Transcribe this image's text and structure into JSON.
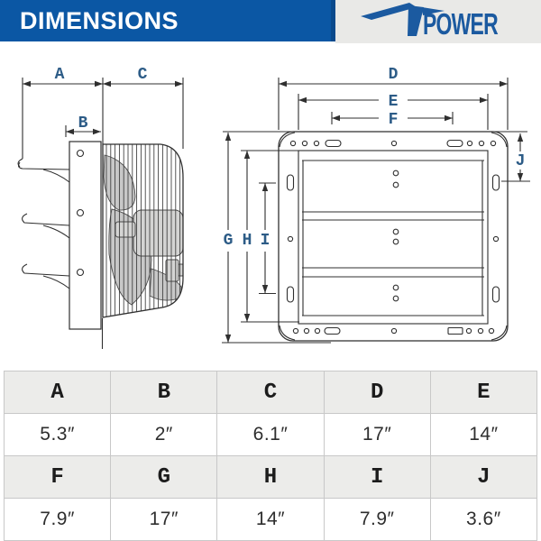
{
  "header": {
    "title": "DIMENSIONS",
    "brand_text": "POWER"
  },
  "diagram": {
    "labels": {
      "A": "A",
      "B": "B",
      "C": "C",
      "D": "D",
      "E": "E",
      "F": "F",
      "G": "G",
      "H": "H",
      "I": "I",
      "J": "J"
    }
  },
  "table": {
    "rows": [
      {
        "headers": [
          "A",
          "B",
          "C",
          "D",
          "E"
        ],
        "values": [
          "5.3″",
          "2″",
          "6.1″",
          "17″",
          "14″"
        ]
      },
      {
        "headers": [
          "F",
          "G",
          "H",
          "I",
          "J"
        ],
        "values": [
          "7.9″",
          "17″",
          "14″",
          "7.9″",
          "3.6″"
        ]
      }
    ]
  },
  "colors": {
    "header_blue": "#0b57a4",
    "brand_blue": "#1b5aa0",
    "label_blue": "#2d5c87",
    "line_dark": "#2f2f2f",
    "logo_bg": "#e9e9e7"
  }
}
